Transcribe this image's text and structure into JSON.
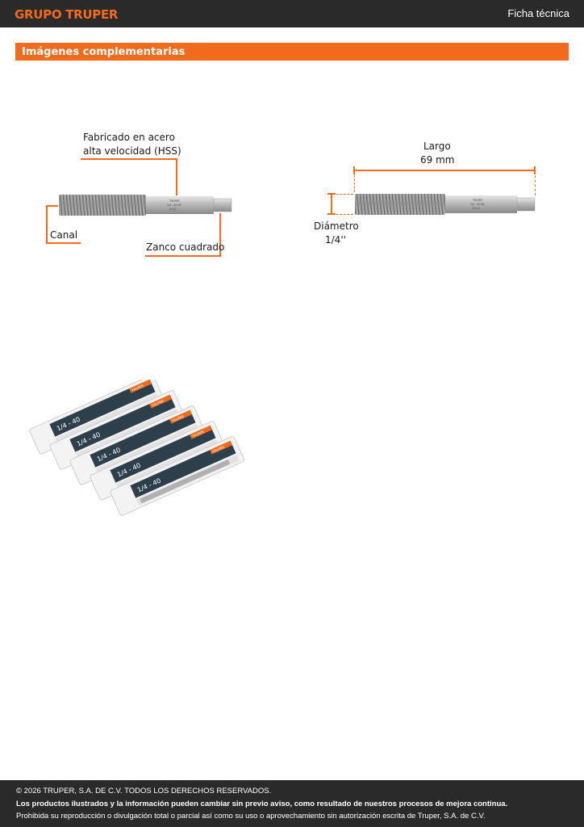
{
  "header": {
    "brand": "GRUPO TRUPER",
    "document_type": "Ficha técnica"
  },
  "section": {
    "title": "Imágenes complementarias"
  },
  "diagram_left": {
    "material_label_line1": "Fabricado en acero",
    "material_label_line2": "alta velocidad (HSS)",
    "groove_label": "Canal",
    "shank_label": "Zanco cuadrado",
    "shank_marking": [
      "TRUPER",
      "1/4 - 40 NC",
      "H.S.S."
    ]
  },
  "diagram_right": {
    "length_label": "Largo",
    "length_value": "69 mm",
    "diameter_label": "Diámetro",
    "diameter_value": "1/4''",
    "shank_marking": [
      "TRUPER",
      "1/4 - 40 NC",
      "H.S.S."
    ]
  },
  "packaging": {
    "brand": "TRUPER",
    "size_text": "1/4 - 40",
    "count": 5
  },
  "colors": {
    "accent": "#f26a1b",
    "dark": "#2a2a2a"
  },
  "footer": {
    "copyright": "© 2026 TRUPER, S.A. DE C.V. TODOS LOS DERECHOS RESERVADOS.",
    "notice": "Los productos ilustrados y la información pueden cambiar sin previo aviso, como resultado de nuestros procesos de mejora continua.",
    "legal": "Prohibida su reproducción o divulgación total o parcial así como su uso o aprovechamiento sin autorización escrita de Truper, S.A. de C.V."
  }
}
